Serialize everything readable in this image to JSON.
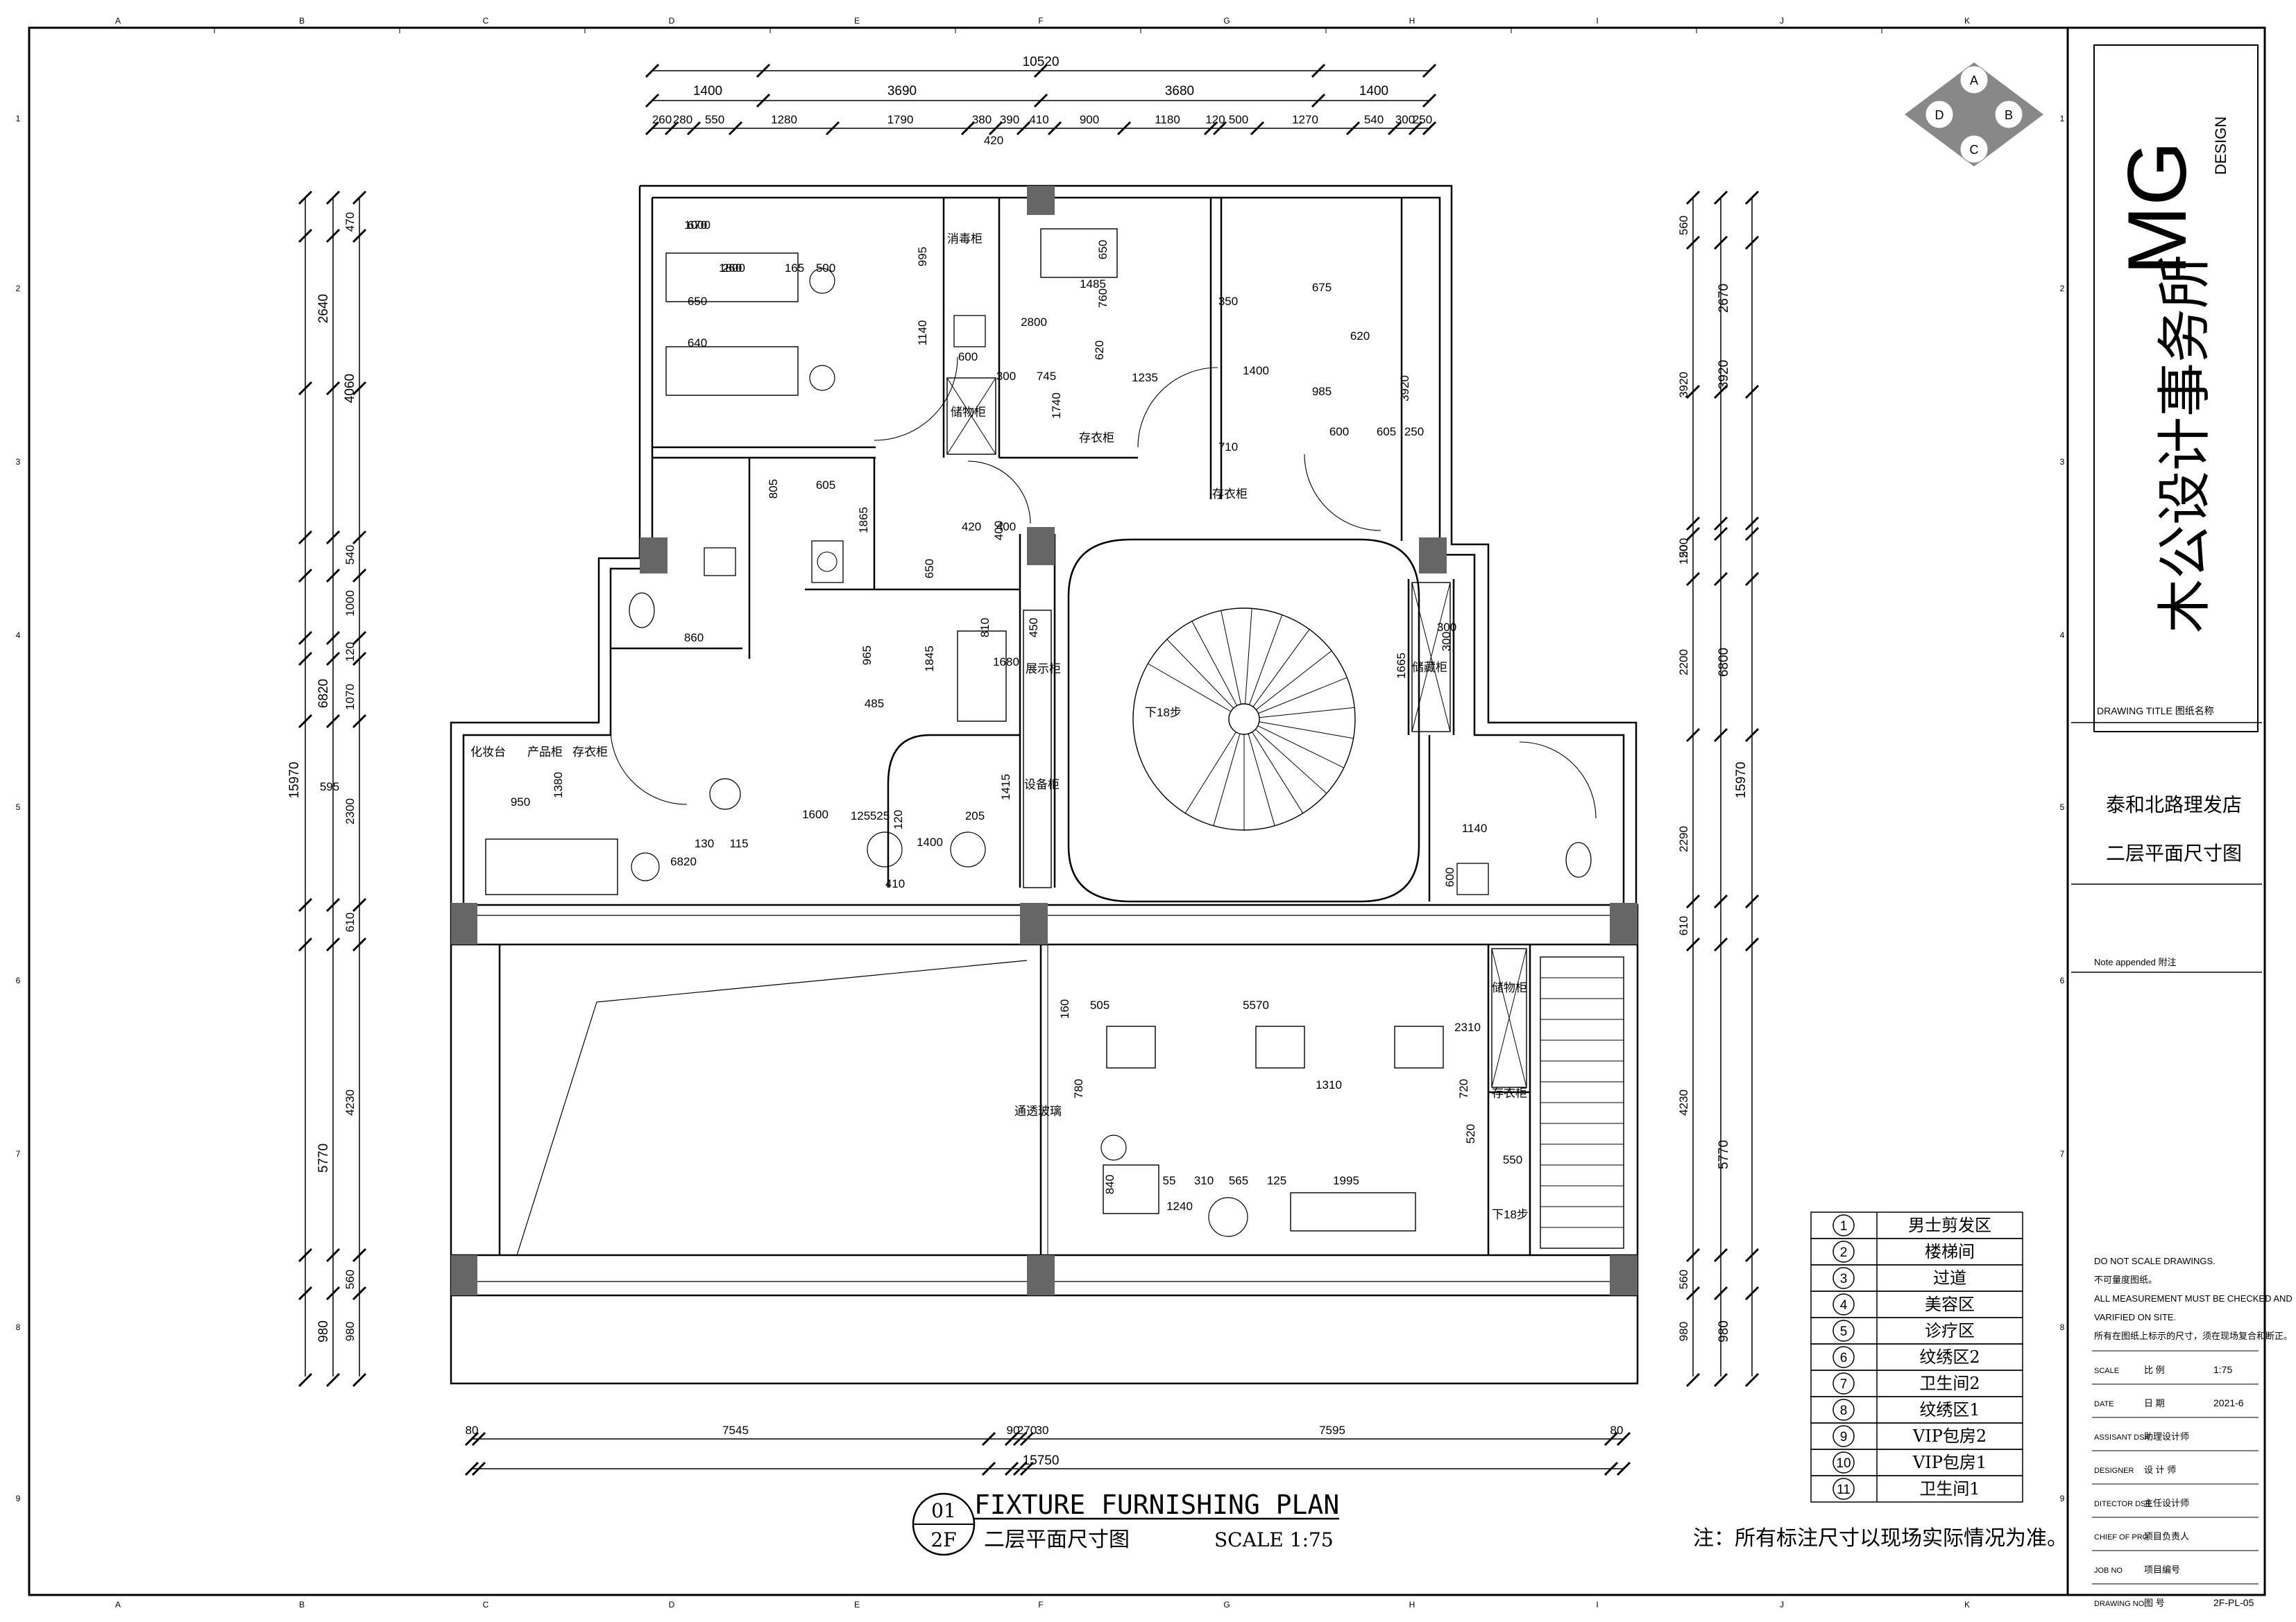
{
  "grid": {
    "columns": [
      "A",
      "B",
      "C",
      "D",
      "E",
      "F",
      "G",
      "H",
      "I",
      "J",
      "K"
    ],
    "rows": [
      "1",
      "2",
      "3",
      "4",
      "5",
      "6",
      "7",
      "8",
      "9"
    ]
  },
  "dims": {
    "top_total": "10520",
    "top_segments": [
      "1400",
      "3690",
      "3680",
      "1400"
    ],
    "top_detail": [
      "260",
      "280",
      "550",
      "1280",
      "1790",
      "380",
      "390",
      "410",
      "900",
      "1180",
      "120",
      "500",
      "1270",
      "540",
      "300",
      "250"
    ],
    "top_small": "420",
    "bottom_total": "15750",
    "bottom_segments": [
      "80",
      "7545",
      "90",
      "270",
      "30",
      "7595",
      "80"
    ],
    "left_total": "15970",
    "left_major": [
      "2640",
      "4060",
      "6820",
      "5770",
      "980"
    ],
    "left_detail": [
      "470",
      "540",
      "1000",
      "120",
      "1070",
      "2300",
      "610",
      "4230",
      "560",
      "980"
    ],
    "right_total": "15970",
    "right_major": [
      "2670",
      "3920",
      "6800",
      "5770",
      "980"
    ],
    "right_detail": [
      "560",
      "3920",
      "500",
      "120",
      "2200",
      "2290",
      "610",
      "4230",
      "560",
      "980"
    ]
  },
  "room_dims": [
    "670",
    "1800",
    "165",
    "500",
    "650",
    "640",
    "995",
    "1140",
    "600",
    "2800",
    "1485",
    "650",
    "760",
    "620",
    "1235",
    "300",
    "745",
    "1740",
    "710",
    "350",
    "1400",
    "400",
    "675",
    "620",
    "985",
    "600",
    "605",
    "250",
    "805",
    "605",
    "1865",
    "420",
    "400",
    "860",
    "650",
    "810",
    "450",
    "965",
    "1845",
    "1680",
    "1665",
    "300",
    "485",
    "1415",
    "1380",
    "950",
    "1600",
    "125",
    "525",
    "120",
    "205",
    "130",
    "115",
    "1400",
    "1140",
    "5570",
    "2310",
    "780",
    "1310",
    "720",
    "505",
    "520",
    "550",
    "840",
    "55",
    "310",
    "565",
    "125",
    "1995",
    "1240",
    "300",
    "410",
    "600",
    "160",
    "3920",
    "595",
    "6820",
    "1000",
    "260"
  ],
  "labels": {
    "disinfect_cabinet": "消毒柜",
    "storage_cabinet": "储物柜",
    "locker": "存衣柜",
    "display_cabinet": "展示柜",
    "storage_cabinet2": "储藏柜",
    "equipment_cabinet": "设备柜",
    "makeup_table": "化妆台",
    "product_cabinet": "产品柜",
    "stairs_down": "下18步",
    "translucent_glass": "通透玻璃"
  },
  "legend": [
    {
      "num": "1",
      "name": "男士剪发区"
    },
    {
      "num": "2",
      "name": "楼梯间"
    },
    {
      "num": "3",
      "name": "过道"
    },
    {
      "num": "4",
      "name": "美容区"
    },
    {
      "num": "5",
      "name": "诊疗区"
    },
    {
      "num": "6",
      "name": "纹绣区2"
    },
    {
      "num": "7",
      "name": "卫生间2"
    },
    {
      "num": "8",
      "name": "纹绣区1"
    },
    {
      "num": "9",
      "name": "VIP包房2"
    },
    {
      "num": "10",
      "name": "VIP包房1"
    },
    {
      "num": "11",
      "name": "卫生间1"
    }
  ],
  "title_block": {
    "plan_no": "01",
    "floor": "2F",
    "plan_title_en": "FIXTURE FURNISHING PLAN",
    "plan_title_cn": "二层平面尺寸图",
    "scale_label": "SCALE 1:75",
    "note": "注：所有标注尺寸以现场实际情况为准。",
    "logo_letters": [
      "A",
      "B",
      "C",
      "D"
    ],
    "brand": "MG",
    "brand_sub": "DESIGN",
    "firm_name": "木公设计事务所",
    "drawing_title_label": "DRAWING TITLE  图纸名称",
    "project_name": "泰和北路理发店",
    "drawing_name": "二层平面尺寸图",
    "note_appended": "Note appended 附注",
    "disclaimer": [
      "DO NOT SCALE DRAWINGS.",
      "不可量度图纸。",
      "ALL MEASUREMENT MUST BE CHECKED AND",
      "VARIFIED ON SITE.",
      "所有在图纸上标示的尺寸，须在现场复合和断正。"
    ],
    "scale_row": {
      "en": "SCALE",
      "cn": "比 例",
      "val": "1:75"
    },
    "date_row": {
      "en": "DATE",
      "cn": "日 期",
      "val": "2021-6"
    },
    "assistant_row": {
      "en": "ASSISANT DSR",
      "cn": "助理设计师"
    },
    "designer_row": {
      "en": "DESIGNER",
      "cn": "设 计 师"
    },
    "director_row": {
      "en": "DITECTOR DSR",
      "cn": "主任设计师"
    },
    "chief_row": {
      "en": "CHIEF OF PRO",
      "cn": "项目负责人"
    },
    "job_row": {
      "en": "JOB NO",
      "cn": "项目编号"
    },
    "drawing_no_row": {
      "en": "DRAWING NO",
      "cn": "图 号",
      "val": "2F-PL-05"
    }
  }
}
